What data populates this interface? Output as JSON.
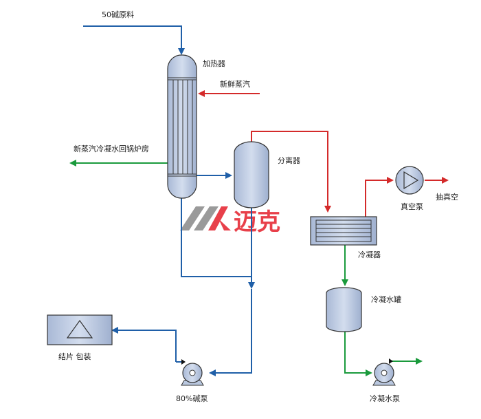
{
  "labels": {
    "feed": "50碱原料",
    "heater": "加热器",
    "fresh_steam": "新鲜蒸汽",
    "condensate_return": "新蒸汽冷凝水回锅炉房",
    "separator": "分离器",
    "condenser": "冷凝器",
    "vacuum_pump": "真空泵",
    "vacuum_out": "抽真空",
    "condensate_tank": "冷凝水罐",
    "flaking": "结片 包装",
    "caustic_pump": "80%碱泵",
    "condensate_pump": "冷凝水泵"
  },
  "logo": {
    "text": "迈克"
  },
  "colors": {
    "process_line": "#1f5fa8",
    "steam_line": "#d42a2a",
    "condensate_line": "#1a9a3c",
    "vessel_fill": "#b9c7df",
    "vessel_stroke": "#333333",
    "logo_red": "#e8404a",
    "logo_gray": "#9a9a9a"
  }
}
